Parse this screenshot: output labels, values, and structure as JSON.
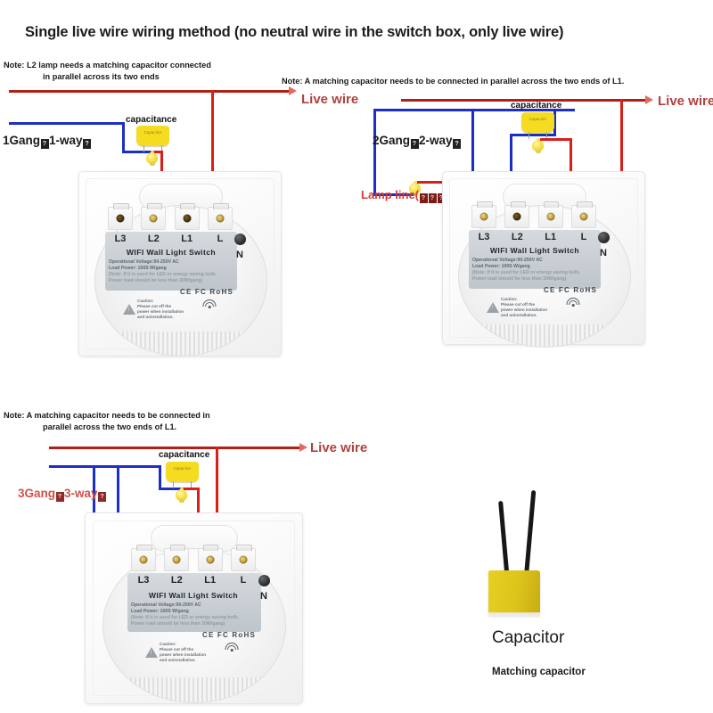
{
  "title": "Single live wire wiring method (no neutral wire in the switch box, only live wire)",
  "notes": {
    "one_gang_line1": "Note: L2 lamp needs a matching capacitor connected",
    "one_gang_line2": "in parallel across its two ends",
    "two_gang_line1": "Note: A matching capacitor needs to be connected in parallel across the two ends of L1.",
    "three_gang_line1": "Note: A matching capacitor needs to be connected in",
    "three_gang_line2": "parallel across the two ends of L1."
  },
  "labels": {
    "live_wire": "Live wire",
    "capacitance": "capacitance",
    "capacitor_icon_text": "Capacitor",
    "lamp_line": "Lamp line(",
    "lamp_line_close": ")"
  },
  "diagrams": {
    "one_gang": {
      "gang_label_prefix": "1Gang",
      "gang_label_mid": "1-way",
      "tofu_count_label_mid": 1,
      "tofu_count_label_end": 1,
      "lamp_line_tofu": 2,
      "terminals": [
        "L3",
        "L2",
        "L1",
        "L"
      ],
      "wired_terminals": [
        "L2",
        "L"
      ]
    },
    "two_gang": {
      "gang_label_prefix": "2Gang",
      "gang_label_mid": "2-way",
      "tofu_count_label_mid": 1,
      "tofu_count_label_end": 1,
      "lamp_line_tofu": 3,
      "terminals": [
        "L3",
        "L2",
        "L1",
        "L"
      ],
      "wired_terminals": [
        "L3",
        "L1",
        "L"
      ]
    },
    "three_gang": {
      "gang_label_prefix": "3Gang",
      "gang_label_mid": "3-way",
      "tofu_count_label_mid": 1,
      "tofu_count_label_end": 1,
      "lamp_line_tofu": 2,
      "terminals": [
        "L3",
        "L2",
        "L1",
        "L"
      ],
      "wired_terminals": [
        "L3",
        "L2",
        "L1",
        "L"
      ]
    }
  },
  "switch_face": {
    "brand": "WIFI Wall Light Switch",
    "spec_line1": "Operational Voltage:90-250V AC",
    "spec_line2": "Load Power:  100S W/gang",
    "spec_line3": "(Note:  If it is used for LED or energy saving bulb,",
    "spec_line4": "Power load should be less than 30W/gang)",
    "certs": "CE FC RoHS",
    "caution_line1": "Caution:",
    "caution_line2": "Please cut off the",
    "caution_line3": "power when installation",
    "caution_line4": "and uninstallation.",
    "n_label": "N"
  },
  "capacitor_photo": {
    "title": "Capacitor",
    "subtitle": "Matching capacitor"
  },
  "colors": {
    "live_red": "#d81f18",
    "neutral_blue": "#1b2fc4",
    "capacitor_yellow": "#f5dc21",
    "live_label_red": "#b0423e",
    "lamp_label_red": "#d63a33"
  }
}
